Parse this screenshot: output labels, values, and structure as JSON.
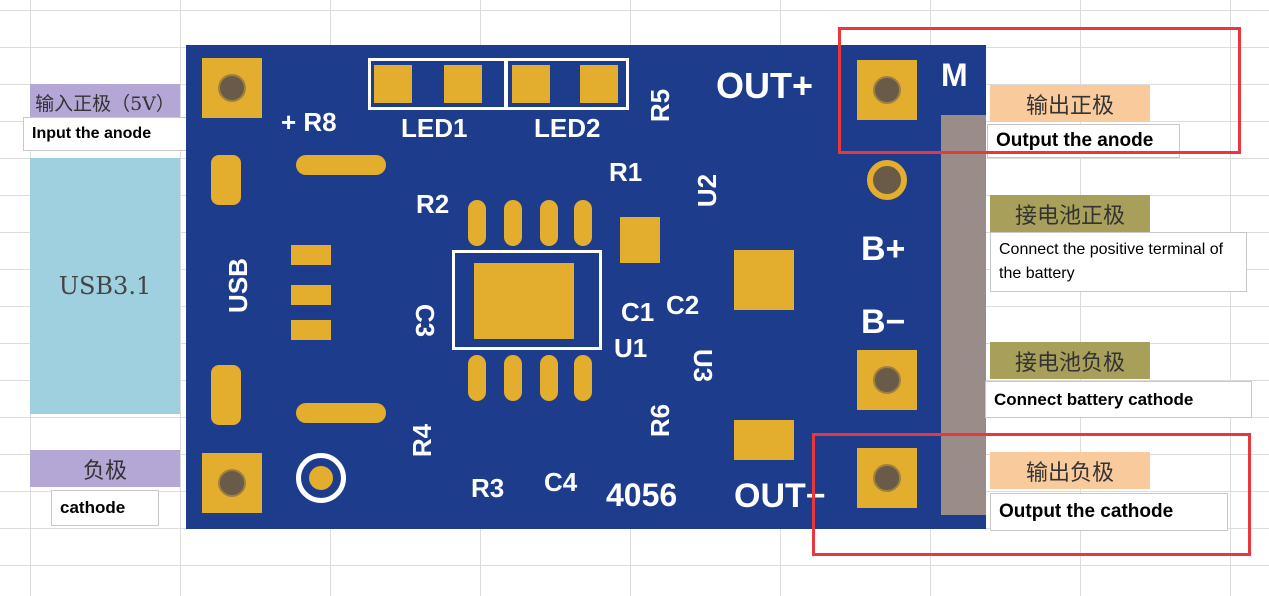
{
  "left_labels": {
    "input_cn": "输入正极（5V）",
    "input_en": "Input the anode",
    "usb": "USB3.1",
    "cathode_cn": "负极",
    "cathode_en": "cathode"
  },
  "right_labels": {
    "out_pos_cn": "输出正极",
    "out_pos_en": "Output the anode",
    "bat_pos_cn": "接电池正极",
    "bat_pos_en": "Connect the positive terminal of the battery",
    "bat_neg_cn": "接电池负极",
    "bat_neg_en": "Connect battery cathode",
    "out_neg_cn": "输出负极",
    "out_neg_en": "Output the cathode"
  },
  "silkscreen": {
    "r8": "+ R8",
    "led1": "LED1",
    "led2": "LED2",
    "r5": "R5",
    "out_plus": "OUT+",
    "m": "M",
    "r1": "R1",
    "r2": "R2",
    "u2": "U2",
    "usb": "USB",
    "c3": "C3",
    "c1": "C1",
    "c2": "C2",
    "u1": "U1",
    "b_plus": "B+",
    "b_minus": "B−",
    "u3": "U3",
    "r6": "R6",
    "r4": "R4",
    "r3": "R3",
    "c4": "C4",
    "chip": "4056",
    "out_minus": "OUT−"
  },
  "colors": {
    "board": "#1e3c8c",
    "pad": "#e3ae2e",
    "highlight": "#e8383d"
  }
}
